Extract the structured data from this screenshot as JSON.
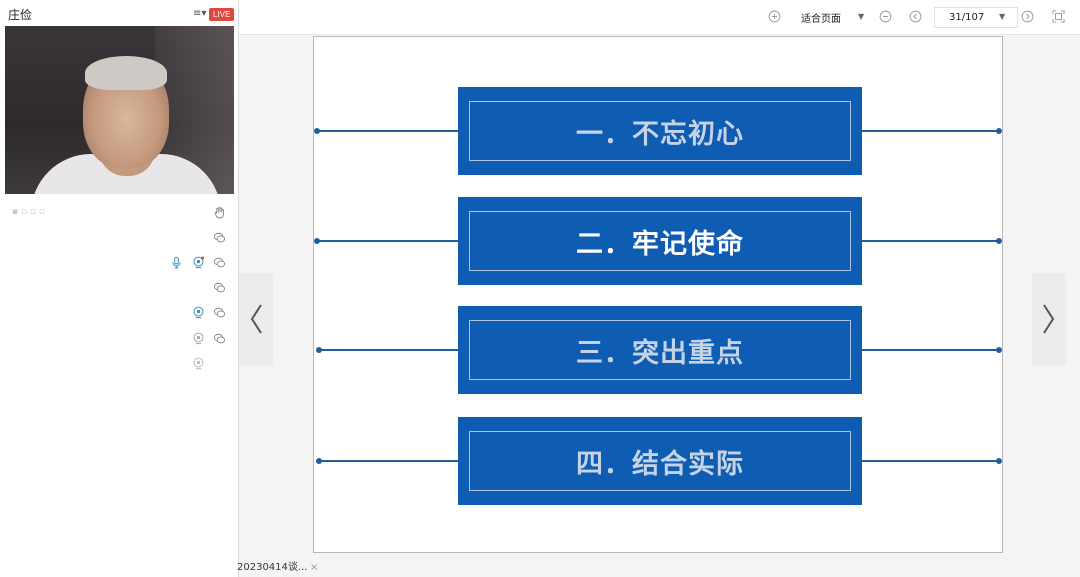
{
  "presenter": {
    "name": "庄俭",
    "live_badge": "LIVE",
    "menu_icon": "list-menu-icon"
  },
  "participants": {
    "rows": [
      {
        "icons": [
          "raise-hand-icon"
        ]
      },
      {
        "icons": [
          "chat-icon"
        ]
      },
      {
        "icons": [
          "microphone-icon",
          "camera-icon",
          "chat-icon"
        ]
      },
      {
        "icons": [
          "chat-icon"
        ]
      },
      {
        "icons": [
          "camera-icon",
          "chat-icon"
        ]
      },
      {
        "icons": [
          "camera-icon",
          "chat-icon"
        ]
      },
      {
        "icons": [
          "camera-icon"
        ]
      }
    ]
  },
  "file_tab": {
    "name": "20230414谈...",
    "close": "×"
  },
  "toolbar": {
    "zoom_in_icon": "zoom-in-icon",
    "fit_mode": "适合页面",
    "zoom_out_icon": "zoom-out-icon",
    "prev_page_icon": "prev-page-icon",
    "page_indicator": "31/107",
    "next_page_icon": "next-page-icon",
    "fullscreen_icon": "fullscreen-icon"
  },
  "viewer": {
    "prev_arrow": "‹",
    "next_arrow": "›"
  },
  "slide": {
    "items": [
      {
        "label": "一．不忘初心",
        "text_color": "#c6d3e6"
      },
      {
        "label": "二．牢记使命",
        "text_color": "#ffffff"
      },
      {
        "label": "三．突出重点",
        "text_color": "#c6d3e6"
      },
      {
        "label": "四．结合实际",
        "text_color": "#c6d3e6"
      }
    ],
    "bar_color": "#0f5cb3",
    "line_color": "#1f5f9a"
  }
}
